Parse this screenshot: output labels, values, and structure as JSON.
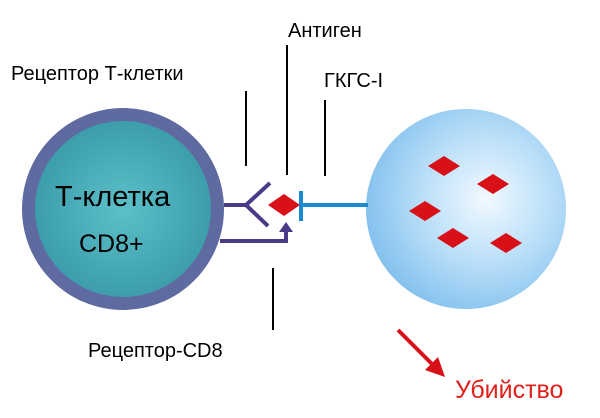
{
  "labels": {
    "t_cell_line1": "Т-клетка",
    "t_cell_line2": "CD8+",
    "tcr_receptor": "Рецептор Т-клетки",
    "antigen": "Антиген",
    "mhc": "ГКГС-I",
    "cd8_receptor": "Рецептор-CD8",
    "kill": "Убийство"
  },
  "colors": {
    "t_cell_outer": "#5e6aa0",
    "t_cell_inner": "#40a5b0",
    "target_cell": "#a4d4f4",
    "receptor": "#4b3a88",
    "mhc_line": "#1a8bd0",
    "antigen": "#d81018",
    "kill_text": "#e0201a",
    "kill_arrow": "#d81018"
  },
  "target_cell_antigens": 5
}
